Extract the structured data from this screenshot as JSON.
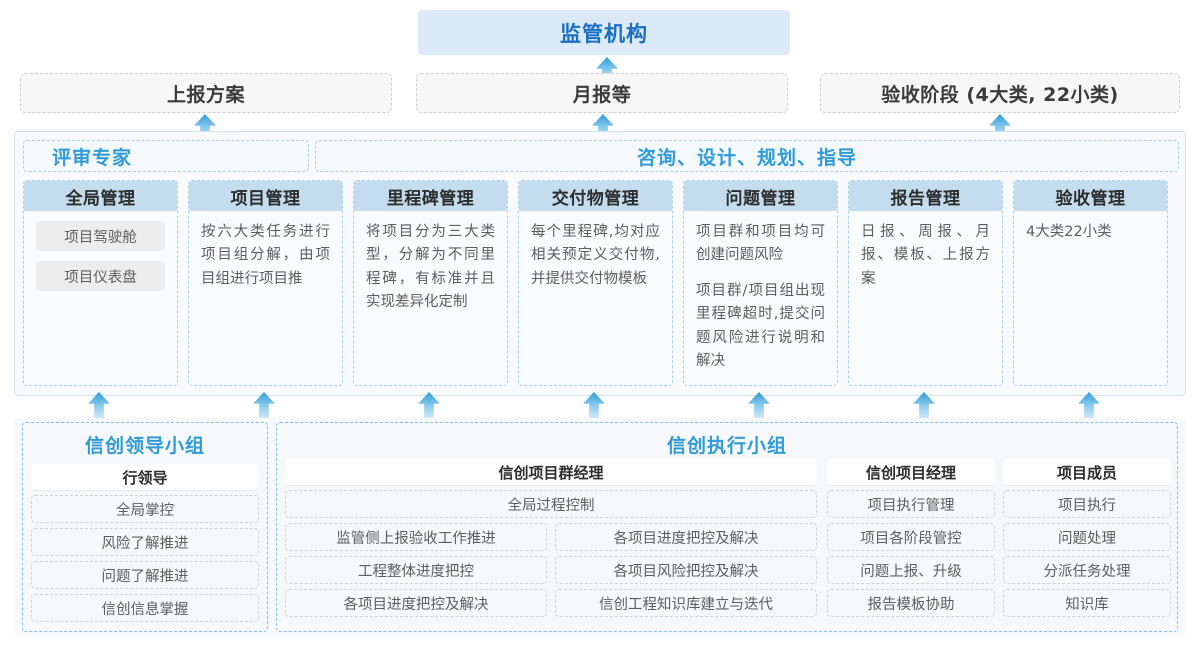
{
  "top": {
    "regulator": "监管机构",
    "reports": [
      "上报方案",
      "月报等",
      "验收阶段 (4大类, 22小类)"
    ]
  },
  "middle": {
    "band_left": "评审专家",
    "band_right": "咨询、设计、规划、指导",
    "cards": [
      {
        "title": "全局管理",
        "chips": [
          "项目驾驶舱",
          "项目仪表盘"
        ],
        "paragraphs": []
      },
      {
        "title": "项目管理",
        "chips": [],
        "paragraphs": [
          "按六大类任务进行项目组分解，由项目组进行项目推"
        ]
      },
      {
        "title": "里程碑管理",
        "chips": [],
        "paragraphs": [
          "将项目分为三大类型，分解为不同里程碑，有标准并且实现差异化定制"
        ]
      },
      {
        "title": "交付物管理",
        "chips": [],
        "paragraphs": [
          "每个里程碑,均对应相关预定义交付物,并提供交付物模板"
        ]
      },
      {
        "title": "问题管理",
        "chips": [],
        "paragraphs": [
          "项目群和项目均可创建问题风险",
          "项目群/项目组出现里程碑超时,提交问题风险进行说明和解决"
        ]
      },
      {
        "title": "报告管理",
        "chips": [],
        "paragraphs": [
          "日报、周报、月报、模板、上报方案"
        ]
      },
      {
        "title": "验收管理",
        "chips": [],
        "paragraphs": [
          "4大类22小类"
        ]
      }
    ]
  },
  "bottom": {
    "leading_group": {
      "title": "信创领导小组",
      "role": "行领导",
      "items": [
        "全局掌控",
        "风险了解推进",
        "问题了解推进",
        "信创信息掌握"
      ]
    },
    "exec_group": {
      "title": "信创执行小组",
      "program_manager": {
        "role": "信创项目群经理",
        "full_width_item": "全局过程控制",
        "left_items": [
          "监管侧上报验收工作推进",
          "工程整体进度把控",
          "各项目进度把控及解决"
        ],
        "right_items": [
          "各项目进度把控及解决",
          "各项目风险把控及解决",
          "信创工程知识库建立与迭代"
        ]
      },
      "project_manager": {
        "role": "信创项目经理",
        "items": [
          "项目执行管理",
          "项目各阶段管控",
          "问题上报、升级",
          "报告模板协助"
        ]
      },
      "member": {
        "role": "项目成员",
        "items": [
          "项目执行",
          "问题处理",
          "分派任务处理",
          "知识库"
        ]
      }
    }
  },
  "colors": {
    "accent_blue": "#2f9bd8",
    "header_blue": "#c3ddee",
    "regulator_bg": "#dce9f7",
    "panel_bg": "#f7f8f9"
  }
}
